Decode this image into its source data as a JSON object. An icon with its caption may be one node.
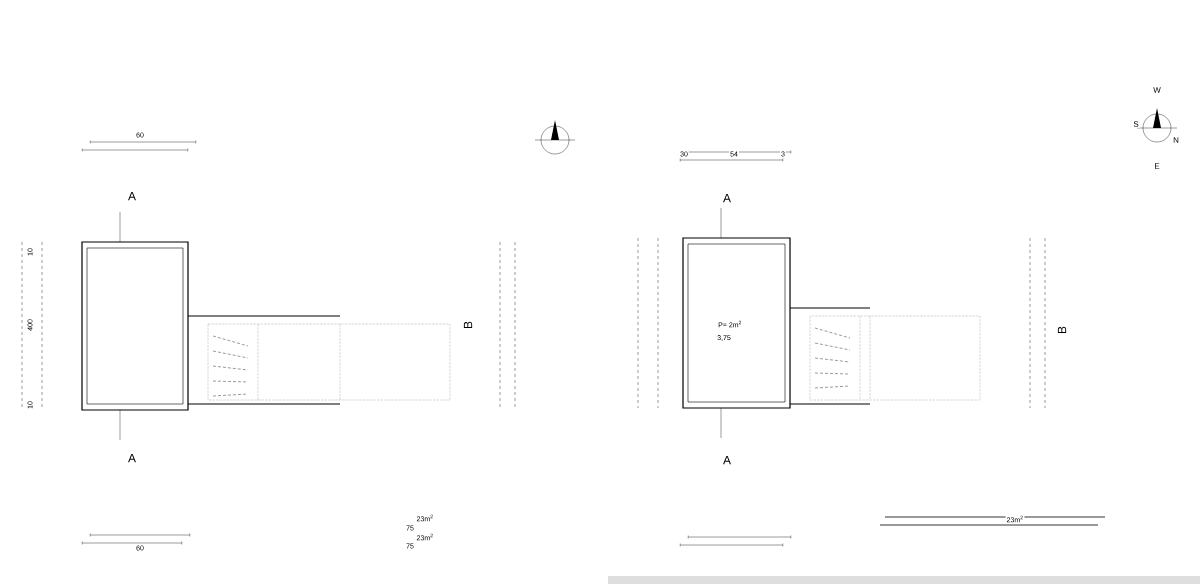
{
  "diagram": {
    "labels": [
      "W",
      "S",
      "60",
      "N",
      "30",
      "54",
      "3",
      "E",
      "A",
      "A",
      "10",
      "400",
      "B",
      "P= 2m$^{2}$",
      "B",
      "3,75",
      "10",
      "A",
      "A",
      "23m$^{2}$",
      "23m$^{2}$",
      "75",
      "23m$^{2}$",
      "60",
      "75"
    ]
  }
}
